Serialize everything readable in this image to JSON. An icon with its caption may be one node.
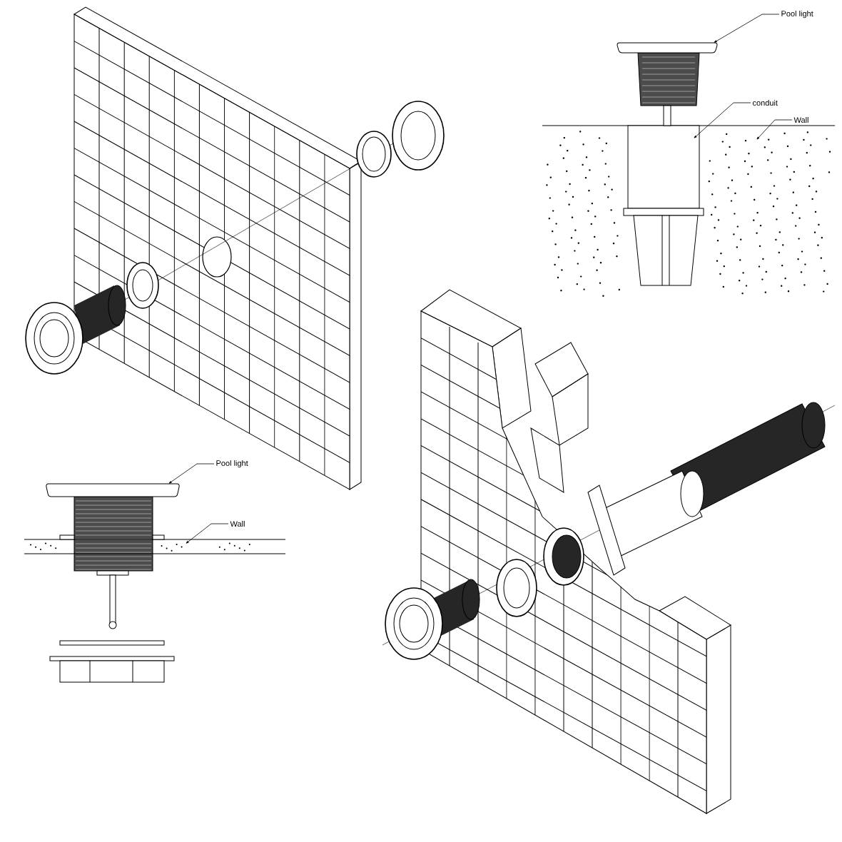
{
  "diagram": {
    "nodes": [
      {
        "text": [
          "Pool light"
        ]
      },
      {
        "text": [
          "conduit"
        ]
      },
      {
        "text": [
          "Wall"
        ]
      },
      {
        "text": [
          "Pool light"
        ]
      },
      {
        "text": [
          "Wall"
        ]
      },
      {
        "text": [],
        "shape": "picture"
      },
      {
        "text": [],
        "shape": "picture"
      },
      {
        "text": [],
        "shape": "picture",
        "in": 6
      },
      {
        "text": [],
        "shape": "picture"
      },
      {
        "text": [],
        "shape": "picture"
      }
    ],
    "edges": [
      {
        "from": 0,
        "to": 5,
        "arrow": "to"
      },
      {
        "from": 1,
        "to": 7,
        "arrow": "to"
      },
      {
        "from": 2,
        "to": 6,
        "arrow": "to"
      },
      {
        "from": 3,
        "to": 8,
        "arrow": "to"
      },
      {
        "from": 4,
        "to": 9,
        "arrow": "to"
      }
    ]
  }
}
